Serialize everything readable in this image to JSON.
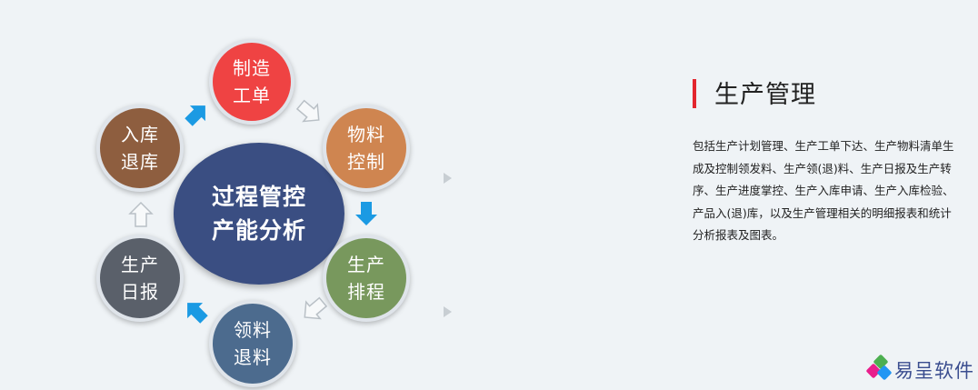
{
  "diagram": {
    "center": {
      "line1": "过程管控",
      "line2": "产能分析"
    },
    "nodes": [
      {
        "id": "manufacture-work-order",
        "line1": "制造",
        "line2": "工单",
        "color": "#ef4343"
      },
      {
        "id": "material-control",
        "line1": "物料",
        "line2": "控制",
        "color": "#cf8550"
      },
      {
        "id": "production-scheduling",
        "line1": "生产",
        "line2": "排程",
        "color": "#78985d"
      },
      {
        "id": "material-requisition-return",
        "line1": "领料",
        "line2": "退料",
        "color": "#4c6b8e"
      },
      {
        "id": "production-daily-report",
        "line1": "生产",
        "line2": "日报",
        "color": "#5a606a"
      },
      {
        "id": "stock-in-return",
        "line1": "入库",
        "line2": "退库",
        "color": "#8e5e3f"
      }
    ],
    "colors": {
      "center": "#3a4e82",
      "arrow_blue": "#1b9ae3",
      "arrow_outline": "#b9c0c6"
    }
  },
  "section": {
    "title": "生产管理",
    "description": "包括生产计划管理、生产工单下达、生产物料清单生成及控制领发料、生产领(退)料、生产日报及生产转序、生产进度掌控、生产入库申请、生产入库检验、产品入(退)库，以及生产管理相关的明细报表和统计分析报表及图表。",
    "accent_color": "#e3262e"
  },
  "logo": {
    "text": "易呈软件"
  }
}
